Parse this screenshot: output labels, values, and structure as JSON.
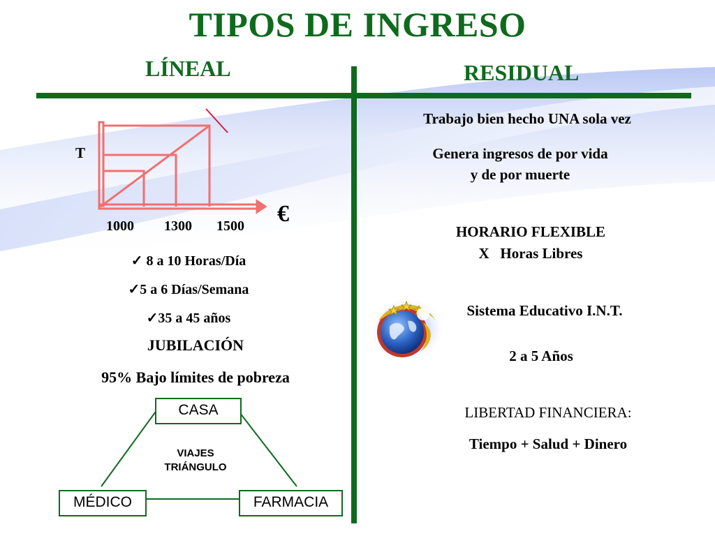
{
  "title": "TIPOS DE INGRESO",
  "left": {
    "heading": "LÍNEAL",
    "graph": {
      "y_label": "T",
      "x_unit": "€",
      "ticks": [
        "1000",
        "1300",
        "1500"
      ]
    },
    "checks": [
      "✓ 8 a 10 Horas/Día",
      "✓5 a 6 Días/Semana",
      "✓35 a 45 años"
    ],
    "jubilacion": "JUBILACIÓN",
    "pobreza": "95% Bajo límites de pobreza",
    "triangle": {
      "top": "CASA",
      "left": "MÉDICO",
      "right": "FARMACIA",
      "center_line1": "VIAJES",
      "center_line2": "TRIÁNGULO"
    }
  },
  "right": {
    "heading": "RESIDUAL",
    "trabajo": "Trabajo bien hecho UNA sola vez",
    "genera_line1": "Genera ingresos de por vida",
    "genera_line2": "y de por muerte",
    "horario_line1": "HORARIO FLEXIBLE",
    "horario_line2": "X   Horas Libres",
    "sistema": "Sistema Educativo I.N.T.",
    "anos": "2 a 5 Años",
    "libertad": "LIBERTAD FINANCIERA:",
    "formula": "Tiempo + Salud + Dinero"
  },
  "colors": {
    "green": "#0f6a1e",
    "graph_line": "#f07070",
    "wave": "#b9c8f4"
  },
  "icons": [
    "globe-logo-icon"
  ]
}
